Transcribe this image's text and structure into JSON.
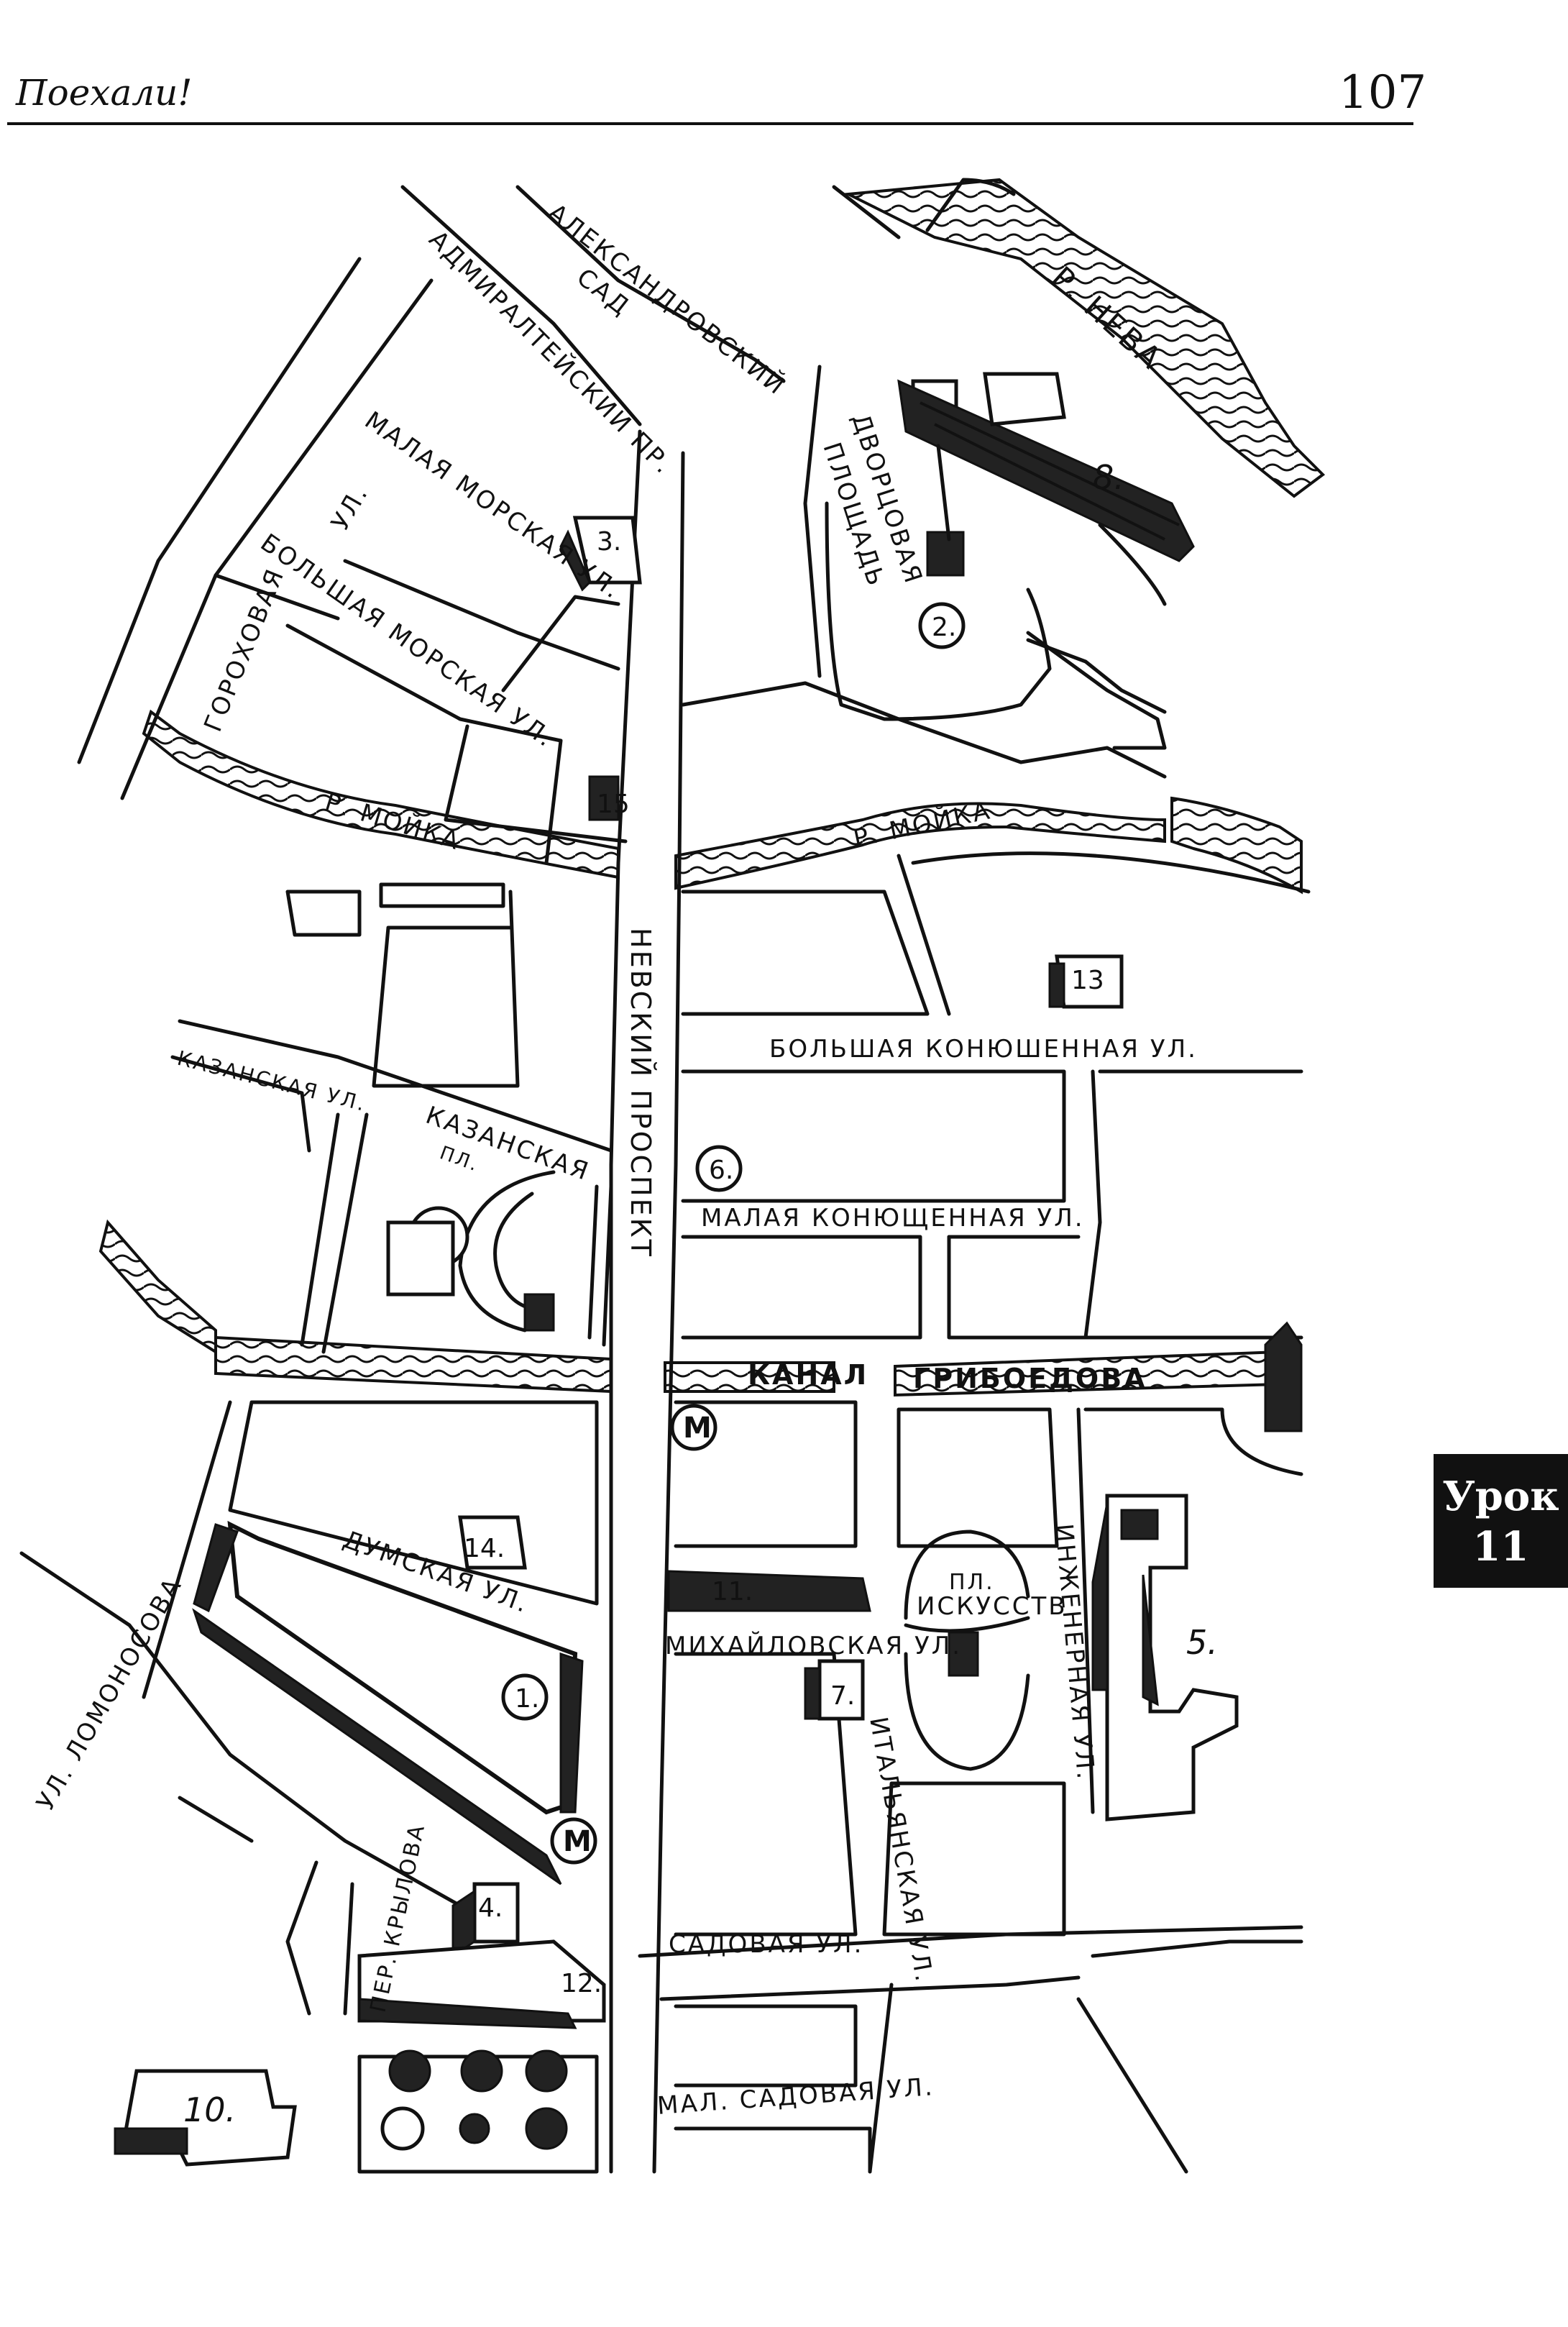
{
  "header": {
    "title": "Поехали!",
    "page_number": "107"
  },
  "side_tab": {
    "line1": "Урок",
    "line2": "11"
  },
  "streets": {
    "aleksandrovsky_sad": "АЛЕКСАНДРОВСКИЙ",
    "sad": "САД",
    "admiralteysky": "АДМИРАЛТЕЙСКИЙ ПР.",
    "malaya_morskaya": "МАЛАЯ МОРСКАЯ УЛ.",
    "bolshaya_morskaya": "БОЛЬШАЯ МОРСКАЯ УЛ.",
    "gorokhovaya": "ГОРОХОВАЯ",
    "ul_short": "УЛ.",
    "moyka_left": "Р. МОЙКА",
    "moyka_right": "Р. МОЙКА",
    "neva": "Р. НЕВА",
    "dvortsovaya": "ДВОРЦОВАЯ",
    "ploshchad": "ПЛОЩАДЬ",
    "nevsky": "НЕВСКИЙ ПРОСПЕКТ",
    "bolshaya_konyushennaya": "БОЛЬШАЯ КОНЮШЕННАЯ УЛ.",
    "malaya_konyushennaya": "МАЛАЯ КОНЮЩЕННАЯ УЛ.",
    "kazanskaya_ul": "КАЗАНСКАЯ УЛ.",
    "kazanskaya_pl": "КАЗАНСКАЯ",
    "pl_short": "ПЛ.",
    "kanal": "КАНАЛ",
    "griboedova": "ГРИБОЕДОВА",
    "dumskaya": "ДУМСКАЯ УЛ.",
    "mikhaylovskaya": "МИХАЙЛОВСКАЯ УЛ.",
    "pl_iskusstv_1": "ПЛ.",
    "pl_iskusstv_2": "ИСКУССТВ",
    "italyanskaya": "ИТАЛЬЯНСКАЯ УЛ.",
    "inzhenernaya": "ИНЖЕНЕРНАЯ УЛ.",
    "lomonosova": "УЛ. ЛОМОНОСОВА",
    "krylova": "ПЕР. КРЫЛОВА",
    "sadovaya": "САДОВАЯ УЛ.",
    "mal_sadovaya": "МАЛ. САДОВАЯ УЛ."
  },
  "markers": {
    "m1": "1.",
    "m2": "2.",
    "m3": "3.",
    "m4": "4.",
    "m5": "5.",
    "m6": "6.",
    "m7": "7.",
    "m8": "8.",
    "m10": "10.",
    "m11": "11.",
    "m12": "12.",
    "m13": "13",
    "m14": "14.",
    "m15": "15",
    "metro": "М"
  }
}
